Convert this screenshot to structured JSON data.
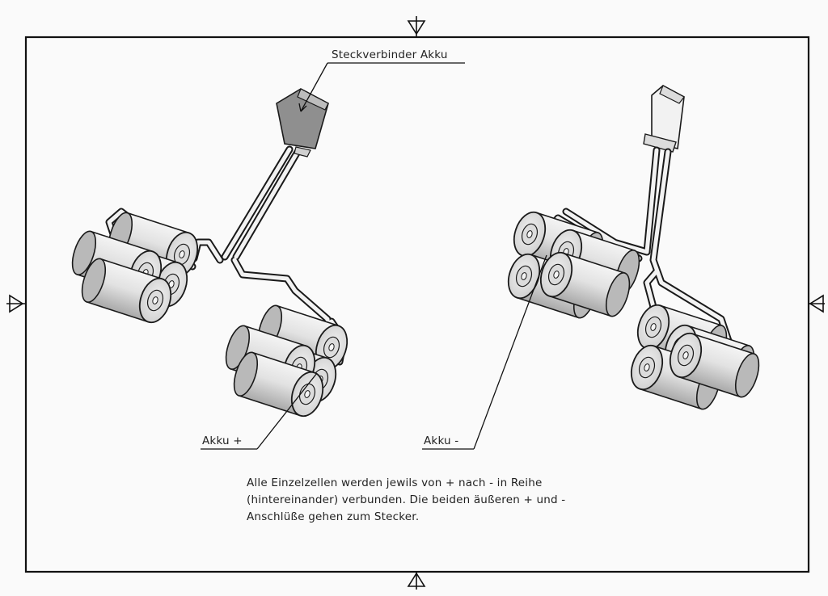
{
  "labels": {
    "connector": "Steckverbinder Akku",
    "plus": "Akku +",
    "minus": "Akku -"
  },
  "note": {
    "line1": "Alle Einzelzellen werden jewils von + nach - in Reihe",
    "line2": "(hintereinander) verbunden. Die beiden äußeren + und -",
    "line3": "Anschlüße gehen zum Stecker."
  },
  "colors": {
    "paper": "#fafafa",
    "ink": "#1a1a1a",
    "cell_fill": "#e4e4e4",
    "plug_fill": "#8a8a8a"
  }
}
